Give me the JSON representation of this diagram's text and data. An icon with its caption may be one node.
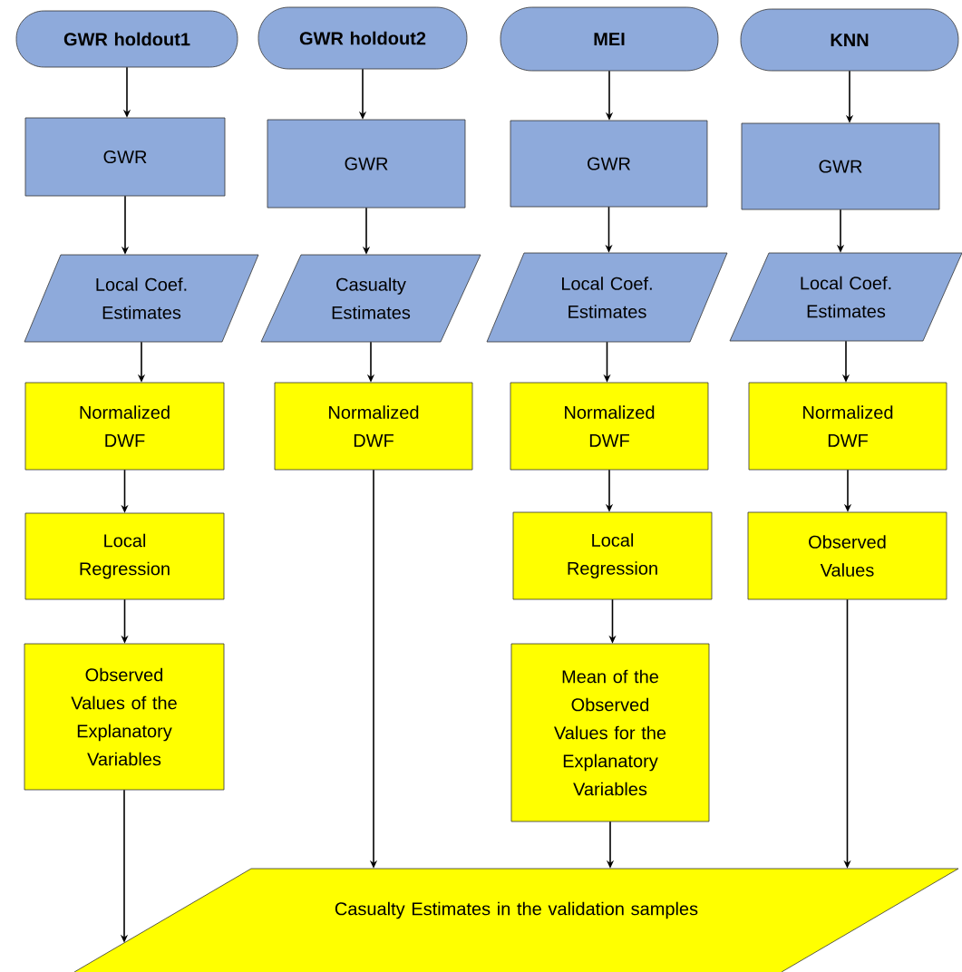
{
  "diagram": {
    "nodes": [
      {
        "text": [
          "GWR holdout1"
        ]
      },
      {
        "text": [
          "GWR holdout2"
        ]
      },
      {
        "text": [
          "MEI"
        ]
      },
      {
        "text": [
          "KNN"
        ]
      },
      {
        "text": [
          "GWR"
        ]
      },
      {
        "text": [
          "GWR"
        ]
      },
      {
        "text": [
          "GWR"
        ]
      },
      {
        "text": [
          "GWR"
        ]
      },
      {
        "text": [
          "Local Coef. Estimates"
        ]
      },
      {
        "text": [
          "Casualty Estimates"
        ]
      },
      {
        "text": [
          "Local Coef. Estimates"
        ]
      },
      {
        "text": [
          "Local Coef. Estimates"
        ]
      },
      {
        "text": [
          "Normalized DWF"
        ]
      },
      {
        "text": [
          "Normalized DWF"
        ]
      },
      {
        "text": [
          "Normalized DWF"
        ]
      },
      {
        "text": [
          "Normalized DWF"
        ]
      },
      {
        "text": [
          "Local Regression"
        ]
      },
      {
        "text": [
          "Local Regression"
        ]
      },
      {
        "text": [
          "Observed Values"
        ]
      },
      {
        "text": [
          "Observed Values of the Explanatory Variables"
        ]
      },
      {
        "text": [
          "Mean of the Observed Values for the Explanatory Variables"
        ]
      },
      {
        "text": [
          "Casualty Estimates in the validation samples"
        ]
      }
    ],
    "edges": [
      {
        "from": 0,
        "to": 4,
        "arrow": "to"
      },
      {
        "from": 4,
        "to": 8,
        "arrow": "to"
      },
      {
        "from": 8,
        "to": 12,
        "arrow": "to"
      },
      {
        "from": 12,
        "to": 16,
        "arrow": "to"
      },
      {
        "from": 16,
        "to": 19,
        "arrow": "to"
      },
      {
        "from": 19,
        "to": 21,
        "arrow": "to"
      },
      {
        "from": 1,
        "to": 5,
        "arrow": "to"
      },
      {
        "from": 5,
        "to": 9,
        "arrow": "to"
      },
      {
        "from": 9,
        "to": 13,
        "arrow": "to"
      },
      {
        "from": 13,
        "to": 21,
        "arrow": "to"
      },
      {
        "from": 2,
        "to": 6,
        "arrow": "to"
      },
      {
        "from": 6,
        "to": 10,
        "arrow": "to"
      },
      {
        "from": 10,
        "to": 14,
        "arrow": "to"
      },
      {
        "from": 14,
        "to": 17,
        "arrow": "to"
      },
      {
        "from": 17,
        "to": 20,
        "arrow": "to"
      },
      {
        "from": 20,
        "to": 21,
        "arrow": "to"
      },
      {
        "from": 3,
        "to": 7,
        "arrow": "to"
      },
      {
        "from": 7,
        "to": 11,
        "arrow": "to"
      },
      {
        "from": 11,
        "to": 15,
        "arrow": "to"
      },
      {
        "from": 15,
        "to": 18,
        "arrow": "to"
      },
      {
        "from": 18,
        "to": 21,
        "arrow": "to"
      }
    ]
  }
}
